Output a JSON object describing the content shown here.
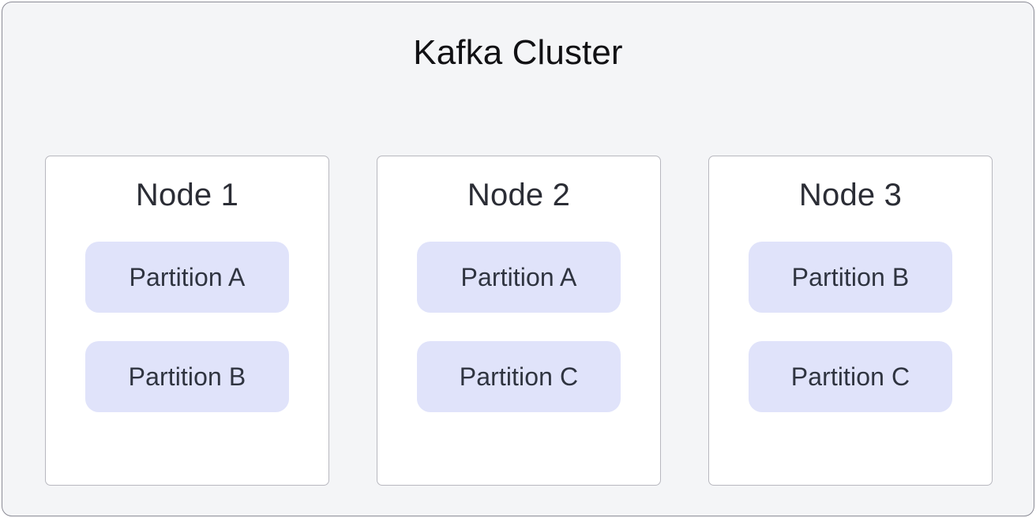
{
  "diagram": {
    "title": "Kafka Cluster",
    "colors": {
      "cluster_background": "#f4f5f7",
      "cluster_border": "#8b8b96",
      "node_background": "#ffffff",
      "node_border": "#b8b8bf",
      "partition_background": "#e0e3fa",
      "partition_text": "#2f3440",
      "title_text": "#111114",
      "node_title_text": "#2b2d35"
    },
    "nodes": [
      {
        "label": "Node 1",
        "partitions": [
          {
            "label": "Partition A"
          },
          {
            "label": "Partition B"
          }
        ]
      },
      {
        "label": "Node 2",
        "partitions": [
          {
            "label": "Partition A"
          },
          {
            "label": "Partition C"
          }
        ]
      },
      {
        "label": "Node 3",
        "partitions": [
          {
            "label": "Partition B"
          },
          {
            "label": "Partition C"
          }
        ]
      }
    ]
  }
}
